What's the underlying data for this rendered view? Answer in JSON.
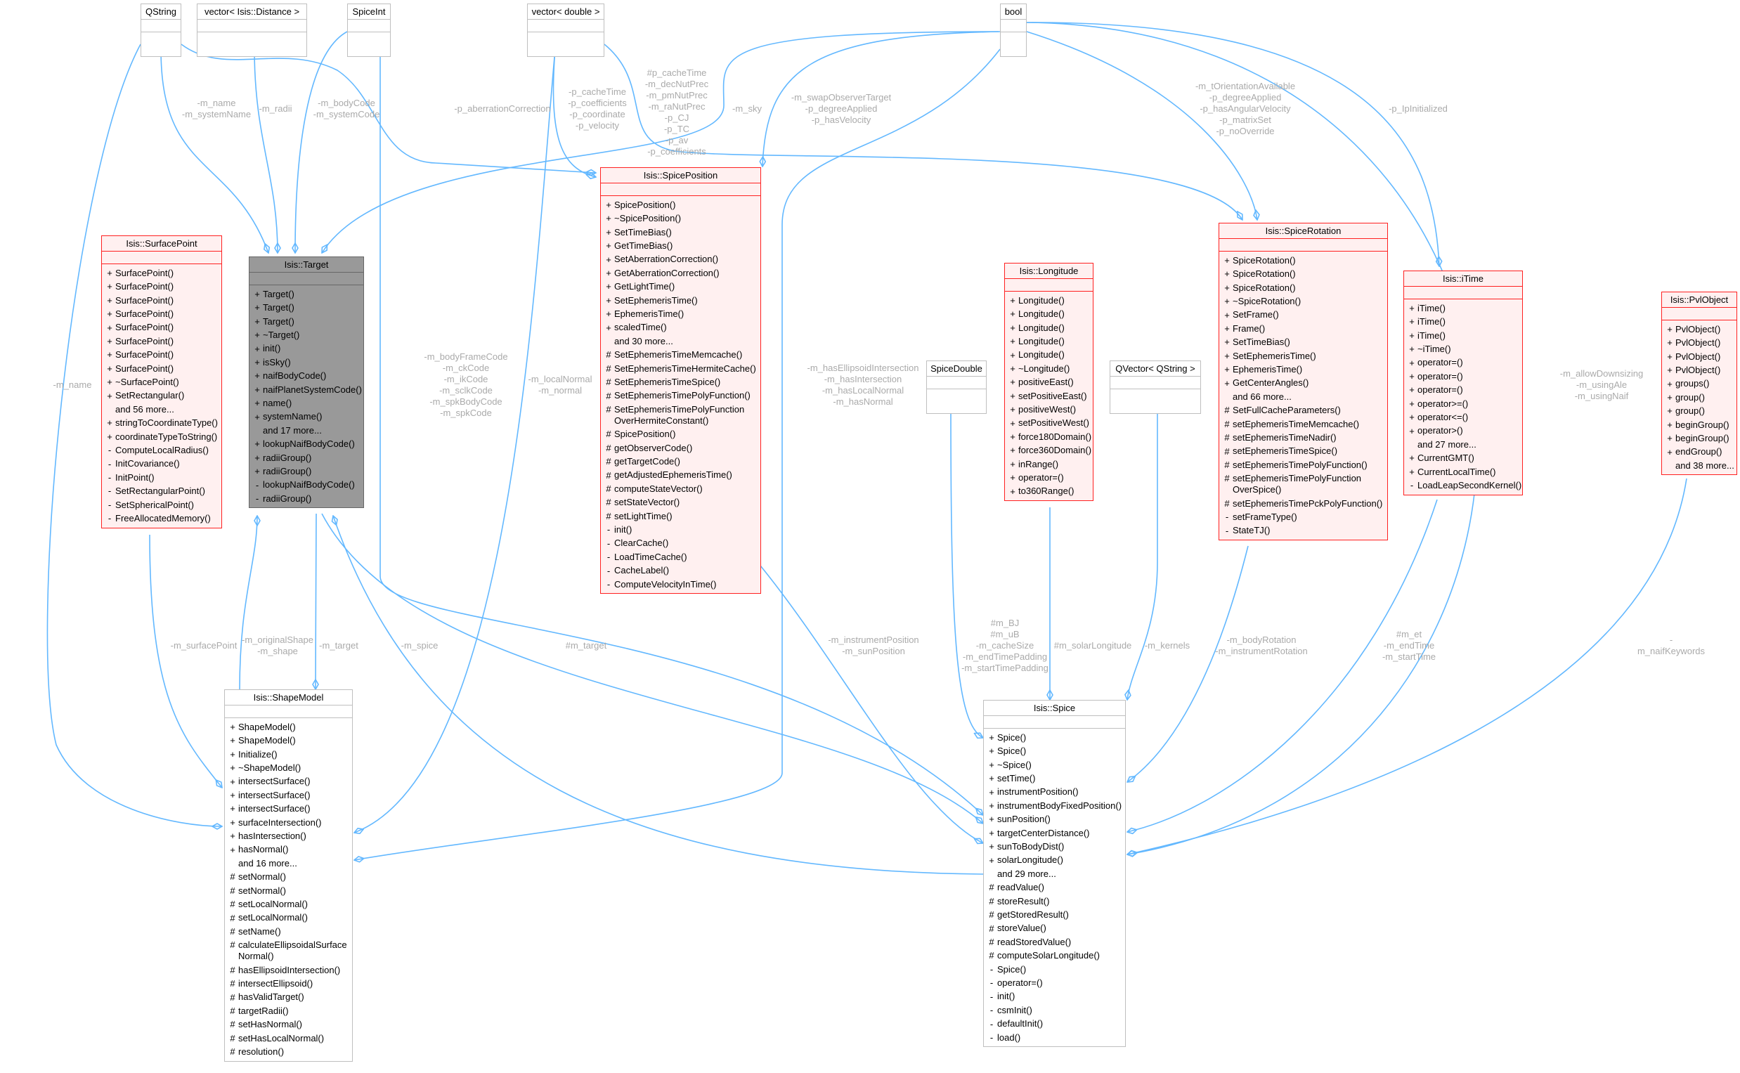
{
  "classes": {
    "qstring": {
      "name": "QString",
      "members": []
    },
    "vdist": {
      "name": "vector< Isis::Distance >",
      "members": []
    },
    "spiceint": {
      "name": "SpiceInt",
      "members": []
    },
    "vdouble": {
      "name": "vector< double >",
      "members": []
    },
    "bool": {
      "name": "bool",
      "members": []
    },
    "spicedouble": {
      "name": "SpiceDouble",
      "members": []
    },
    "qvector": {
      "name": "QVector< QString >",
      "members": []
    },
    "surfacepoint": {
      "name": "Isis::SurfacePoint",
      "members": [
        [
          "+",
          "SurfacePoint()"
        ],
        [
          "+",
          "SurfacePoint()"
        ],
        [
          "+",
          "SurfacePoint()"
        ],
        [
          "+",
          "SurfacePoint()"
        ],
        [
          "+",
          "SurfacePoint()"
        ],
        [
          "+",
          "SurfacePoint()"
        ],
        [
          "+",
          "SurfacePoint()"
        ],
        [
          "+",
          "SurfacePoint()"
        ],
        [
          "+",
          "~SurfacePoint()"
        ],
        [
          "+",
          "SetRectangular()"
        ],
        [
          "",
          "and 56 more..."
        ],
        [
          "+",
          "stringToCoordinateType()"
        ],
        [
          "+",
          "coordinateTypeToString()"
        ],
        [
          "-",
          "ComputeLocalRadius()"
        ],
        [
          "-",
          "InitCovariance()"
        ],
        [
          "-",
          "InitPoint()"
        ],
        [
          "-",
          "SetRectangularPoint()"
        ],
        [
          "-",
          "SetSphericalPoint()"
        ],
        [
          "-",
          "FreeAllocatedMemory()"
        ]
      ]
    },
    "target": {
      "name": "Isis::Target",
      "members": [
        [
          "+",
          "Target()"
        ],
        [
          "+",
          "Target()"
        ],
        [
          "+",
          "Target()"
        ],
        [
          "+",
          "~Target()"
        ],
        [
          "+",
          "init()"
        ],
        [
          "+",
          "isSky()"
        ],
        [
          "+",
          "naifBodyCode()"
        ],
        [
          "+",
          "naifPlanetSystemCode()"
        ],
        [
          "+",
          "name()"
        ],
        [
          "+",
          "systemName()"
        ],
        [
          "",
          "and 17 more..."
        ],
        [
          "+",
          "lookupNaifBodyCode()"
        ],
        [
          "+",
          "radiiGroup()"
        ],
        [
          "+",
          "radiiGroup()"
        ],
        [
          "-",
          "lookupNaifBodyCode()"
        ],
        [
          "-",
          "radiiGroup()"
        ]
      ]
    },
    "spiceposition": {
      "name": "Isis::SpicePosition",
      "members": [
        [
          "+",
          "SpicePosition()"
        ],
        [
          "+",
          "~SpicePosition()"
        ],
        [
          "+",
          "SetTimeBias()"
        ],
        [
          "+",
          "GetTimeBias()"
        ],
        [
          "+",
          "SetAberrationCorrection()"
        ],
        [
          "+",
          "GetAberrationCorrection()"
        ],
        [
          "+",
          "GetLightTime()"
        ],
        [
          "+",
          "SetEphemerisTime()"
        ],
        [
          "+",
          "EphemerisTime()"
        ],
        [
          "+",
          "scaledTime()"
        ],
        [
          "",
          "and 30 more..."
        ],
        [
          "#",
          "SetEphemerisTimeMemcache()"
        ],
        [
          "#",
          "SetEphemerisTimeHermiteCache()"
        ],
        [
          "#",
          "SetEphemerisTimeSpice()"
        ],
        [
          "#",
          "SetEphemerisTimePolyFunction()"
        ],
        [
          "#",
          "SetEphemerisTimePolyFunction\nOverHermiteConstant()"
        ],
        [
          "#",
          "SpicePosition()"
        ],
        [
          "#",
          "getObserverCode()"
        ],
        [
          "#",
          "getTargetCode()"
        ],
        [
          "#",
          "getAdjustedEphemerisTime()"
        ],
        [
          "#",
          "computeStateVector()"
        ],
        [
          "#",
          "setStateVector()"
        ],
        [
          "#",
          "setLightTime()"
        ],
        [
          "-",
          "init()"
        ],
        [
          "-",
          "ClearCache()"
        ],
        [
          "-",
          "LoadTimeCache()"
        ],
        [
          "-",
          "CacheLabel()"
        ],
        [
          "-",
          "ComputeVelocityInTime()"
        ]
      ]
    },
    "longitude": {
      "name": "Isis::Longitude",
      "members": [
        [
          "+",
          "Longitude()"
        ],
        [
          "+",
          "Longitude()"
        ],
        [
          "+",
          "Longitude()"
        ],
        [
          "+",
          "Longitude()"
        ],
        [
          "+",
          "Longitude()"
        ],
        [
          "+",
          "~Longitude()"
        ],
        [
          "+",
          "positiveEast()"
        ],
        [
          "+",
          "setPositiveEast()"
        ],
        [
          "+",
          "positiveWest()"
        ],
        [
          "+",
          "setPositiveWest()"
        ],
        [
          "+",
          "force180Domain()"
        ],
        [
          "+",
          "force360Domain()"
        ],
        [
          "+",
          "inRange()"
        ],
        [
          "+",
          "operator=()"
        ],
        [
          "+",
          "to360Range()"
        ]
      ]
    },
    "spicerotation": {
      "name": "Isis::SpiceRotation",
      "members": [
        [
          "+",
          "SpiceRotation()"
        ],
        [
          "+",
          "SpiceRotation()"
        ],
        [
          "+",
          "SpiceRotation()"
        ],
        [
          "+",
          "~SpiceRotation()"
        ],
        [
          "+",
          "SetFrame()"
        ],
        [
          "+",
          "Frame()"
        ],
        [
          "+",
          "SetTimeBias()"
        ],
        [
          "+",
          "SetEphemerisTime()"
        ],
        [
          "+",
          "EphemerisTime()"
        ],
        [
          "+",
          "GetCenterAngles()"
        ],
        [
          "",
          "and 66 more..."
        ],
        [
          "#",
          "SetFullCacheParameters()"
        ],
        [
          "#",
          "setEphemerisTimeMemcache()"
        ],
        [
          "#",
          "setEphemerisTimeNadir()"
        ],
        [
          "#",
          "setEphemerisTimeSpice()"
        ],
        [
          "#",
          "setEphemerisTimePolyFunction()"
        ],
        [
          "#",
          "setEphemerisTimePolyFunction\nOverSpice()"
        ],
        [
          "#",
          "setEphemerisTimePckPolyFunction()"
        ],
        [
          "-",
          "setFrameType()"
        ],
        [
          "-",
          "StateTJ()"
        ]
      ]
    },
    "itime": {
      "name": "Isis::iTime",
      "members": [
        [
          "+",
          "iTime()"
        ],
        [
          "+",
          "iTime()"
        ],
        [
          "+",
          "iTime()"
        ],
        [
          "+",
          "~iTime()"
        ],
        [
          "+",
          "operator=()"
        ],
        [
          "+",
          "operator=()"
        ],
        [
          "+",
          "operator=()"
        ],
        [
          "+",
          "operator>=()"
        ],
        [
          "+",
          "operator<=()"
        ],
        [
          "+",
          "operator>()"
        ],
        [
          "",
          "and 27 more..."
        ],
        [
          "+",
          "CurrentGMT()"
        ],
        [
          "+",
          "CurrentLocalTime()"
        ],
        [
          "-",
          "LoadLeapSecondKernel()"
        ]
      ]
    },
    "pvlobject": {
      "name": "Isis::PvlObject",
      "members": [
        [
          "+",
          "PvlObject()"
        ],
        [
          "+",
          "PvlObject()"
        ],
        [
          "+",
          "PvlObject()"
        ],
        [
          "+",
          "PvlObject()"
        ],
        [
          "+",
          "groups()"
        ],
        [
          "+",
          "group()"
        ],
        [
          "+",
          "group()"
        ],
        [
          "+",
          "beginGroup()"
        ],
        [
          "+",
          "beginGroup()"
        ],
        [
          "+",
          "endGroup()"
        ],
        [
          "",
          "and 38 more..."
        ]
      ]
    },
    "shapemodel": {
      "name": "Isis::ShapeModel",
      "members": [
        [
          "+",
          "ShapeModel()"
        ],
        [
          "+",
          "ShapeModel()"
        ],
        [
          "+",
          "Initialize()"
        ],
        [
          "+",
          "~ShapeModel()"
        ],
        [
          "+",
          "intersectSurface()"
        ],
        [
          "+",
          "intersectSurface()"
        ],
        [
          "+",
          "intersectSurface()"
        ],
        [
          "+",
          "surfaceIntersection()"
        ],
        [
          "+",
          "hasIntersection()"
        ],
        [
          "+",
          "hasNormal()"
        ],
        [
          "",
          "and 16 more..."
        ],
        [
          "#",
          "setNormal()"
        ],
        [
          "#",
          "setNormal()"
        ],
        [
          "#",
          "setLocalNormal()"
        ],
        [
          "#",
          "setLocalNormal()"
        ],
        [
          "#",
          "setName()"
        ],
        [
          "#",
          "calculateEllipsoidalSurface\nNormal()"
        ],
        [
          "#",
          "hasEllipsoidIntersection()"
        ],
        [
          "#",
          "intersectEllipsoid()"
        ],
        [
          "#",
          "hasValidTarget()"
        ],
        [
          "#",
          "targetRadii()"
        ],
        [
          "#",
          "setHasNormal()"
        ],
        [
          "#",
          "setHasLocalNormal()"
        ],
        [
          "#",
          "resolution()"
        ]
      ]
    },
    "spice": {
      "name": "Isis::Spice",
      "members": [
        [
          "+",
          "Spice()"
        ],
        [
          "+",
          "Spice()"
        ],
        [
          "+",
          "~Spice()"
        ],
        [
          "+",
          "setTime()"
        ],
        [
          "+",
          "instrumentPosition()"
        ],
        [
          "+",
          "instrumentBodyFixedPosition()"
        ],
        [
          "+",
          "sunPosition()"
        ],
        [
          "+",
          "targetCenterDistance()"
        ],
        [
          "+",
          "sunToBodyDist()"
        ],
        [
          "+",
          "solarLongitude()"
        ],
        [
          "",
          "and 29 more..."
        ],
        [
          "#",
          "readValue()"
        ],
        [
          "#",
          "storeResult()"
        ],
        [
          "#",
          "getStoredResult()"
        ],
        [
          "#",
          "storeValue()"
        ],
        [
          "#",
          "readStoredValue()"
        ],
        [
          "#",
          "computeSolarLongitude()"
        ],
        [
          "-",
          "Spice()"
        ],
        [
          "-",
          "operator=()"
        ],
        [
          "-",
          "init()"
        ],
        [
          "-",
          "csmInit()"
        ],
        [
          "-",
          "defaultInit()"
        ],
        [
          "-",
          "load()"
        ]
      ]
    }
  },
  "edges": [
    {
      "label": "-m_name\n-m_systemName"
    },
    {
      "label": "-m_radii"
    },
    {
      "label": "-m_bodyCode\n-m_systemCode"
    },
    {
      "label": "-m_sky"
    },
    {
      "label": "-p_aberrationCorrection"
    },
    {
      "label": "-p_cacheTime\n-p_coefficients\n-p_coordinate\n-p_velocity"
    },
    {
      "label": "#p_cacheTime\n-m_decNutPrec\n-m_pmNutPrec\n-m_raNutPrec\n-p_CJ\n-p_TC\n-p_av\n-p_coefficients"
    },
    {
      "label": "-m_swapObserverTarget\n-p_degreeApplied\n-p_hasVelocity"
    },
    {
      "label": "-m_tOrientationAvailable\n-p_degreeApplied\n-p_hasAngularVelocity\n-p_matrixSet\n-p_noOverride"
    },
    {
      "label": "-p_IpInitialized"
    },
    {
      "label": "-m_allowDownsizing\n-m_usingAle\n-m_usingNaif"
    },
    {
      "label": "-m_hasEllipsoidIntersection\n-m_hasIntersection\n-m_hasLocalNormal\n-m_hasNormal"
    },
    {
      "label": "-m_bodyFrameCode\n-m_ckCode\n-m_ikCode\n-m_sclkCode\n-m_spkBodyCode\n-m_spkCode"
    },
    {
      "label": "-m_localNormal\n-m_normal"
    },
    {
      "label": "-m_name"
    },
    {
      "label": "-m_surfacePoint"
    },
    {
      "label": "-m_originalShape\n-m_shape"
    },
    {
      "label": "-m_target"
    },
    {
      "label": "-m_spice"
    },
    {
      "label": "#m_target"
    },
    {
      "label": "-m_instrumentPosition\n-m_sunPosition"
    },
    {
      "label": "#m_BJ\n#m_uB\n-m_cacheSize\n-m_endTimePadding\n-m_startTimePadding"
    },
    {
      "label": "#m_solarLongitude"
    },
    {
      "label": "-m_kernels"
    },
    {
      "label": "-m_bodyRotation\n-m_instrumentRotation"
    },
    {
      "label": "#m_et\n-m_endTime\n-m_startTime"
    },
    {
      "label": "-m_naifKeywords"
    }
  ],
  "colors": {
    "edge": "#63b8ff",
    "class_border": "#ff2020",
    "class_fill": "#fff0f0",
    "focus_fill": "#999999"
  }
}
